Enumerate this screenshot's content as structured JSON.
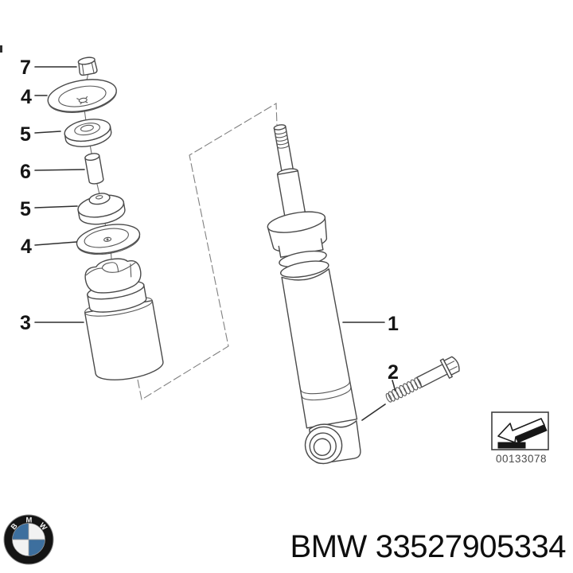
{
  "diagram": {
    "callouts": [
      {
        "label": "7"
      },
      {
        "label": "4"
      },
      {
        "label": "5"
      },
      {
        "label": "6"
      },
      {
        "label": "5"
      },
      {
        "label": "4"
      },
      {
        "label": "3"
      },
      {
        "label": "1"
      },
      {
        "label": "2"
      }
    ],
    "image_code": "00133078"
  },
  "logo": {
    "letters": [
      "B",
      "M",
      "W"
    ],
    "blue": "#3d6f9e",
    "ring": "#141414"
  },
  "footer": {
    "brand": "BMW",
    "part_number": "33527905334"
  }
}
